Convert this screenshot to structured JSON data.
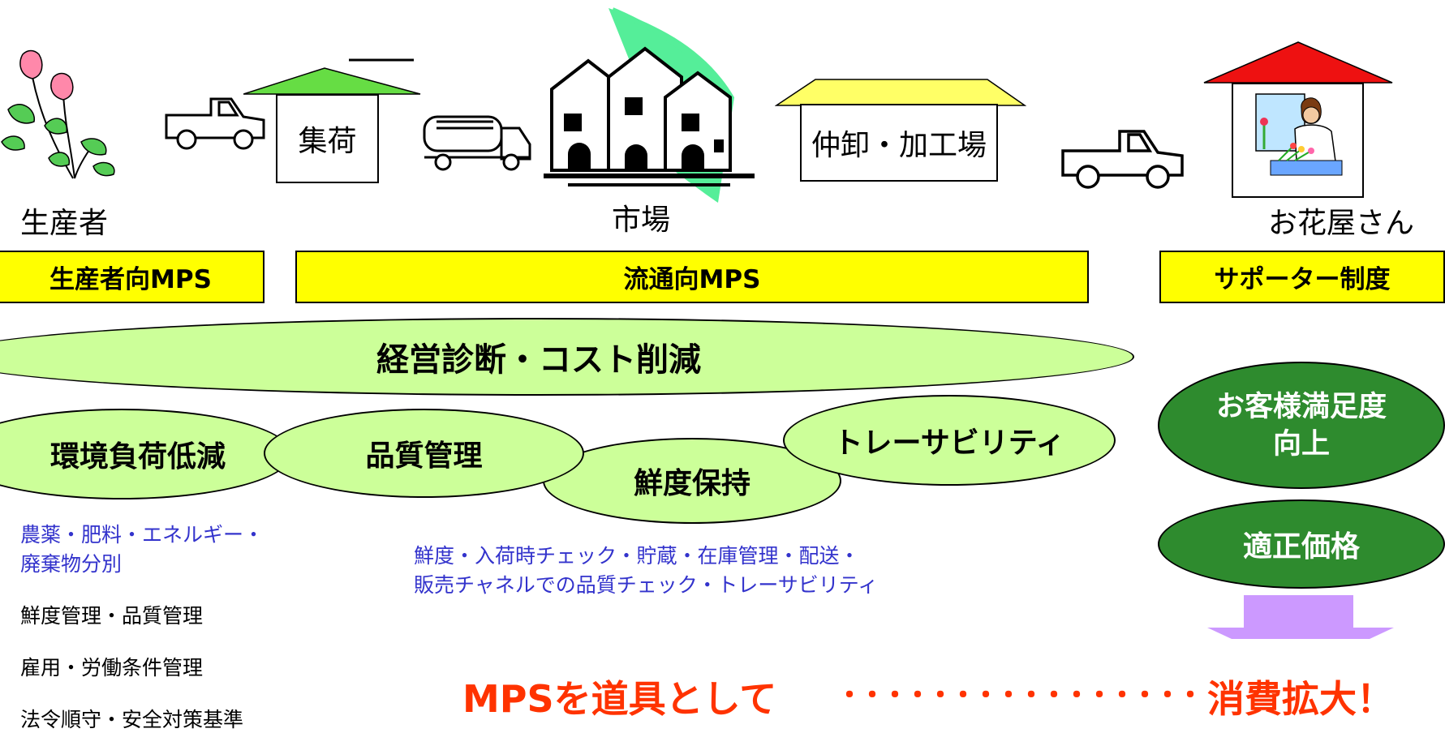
{
  "stages": {
    "producer": "生産者",
    "collection": "集荷",
    "market": "市場",
    "wholesale": "仲卸・加工場",
    "florist": "お花屋さん"
  },
  "bars": {
    "producer_mps": "生産者向MPS",
    "distribution_mps": "流通向MPS",
    "supporter": "サポーター制度"
  },
  "ovals": {
    "management": "経営診断・コスト削減",
    "environment": "環境負荷低減",
    "quality": "品質管理",
    "freshness": "鮮度保持",
    "traceability": "トレーサビリティ",
    "satisfaction_line1": "お客様満足度",
    "satisfaction_line2": "向上",
    "fair_price": "適正価格"
  },
  "producer_notes": {
    "line1": "農薬・肥料・エネルギー・",
    "line2": "廃棄物分別",
    "item1": "鮮度管理・品質管理",
    "item2": "雇用・労働条件管理",
    "item3": "法令順守・安全対策基準"
  },
  "distribution_notes": {
    "line1": "鮮度・入荷時チェック・貯蔵・在庫管理・配送・",
    "line2": "販売チャネルでの品質チェック・トレーサビリティ"
  },
  "slogan": {
    "left": "MPSを道具として",
    "dots": "・・・・・・・・・・・・・・・・",
    "right": "消費拡大！"
  },
  "colors": {
    "bar_yellow": "#ffff00",
    "oval_light_green": "#ccff99",
    "oval_dark_green": "#2e8b2e",
    "note_blue": "#3333cc",
    "slogan_red": "#ff3300",
    "arrow_violet": "#cc99ff"
  },
  "icons": [
    "rose-icon",
    "pickup-truck-icon",
    "tanker-truck-icon",
    "market-houses-icon",
    "florist-woman-icon"
  ]
}
